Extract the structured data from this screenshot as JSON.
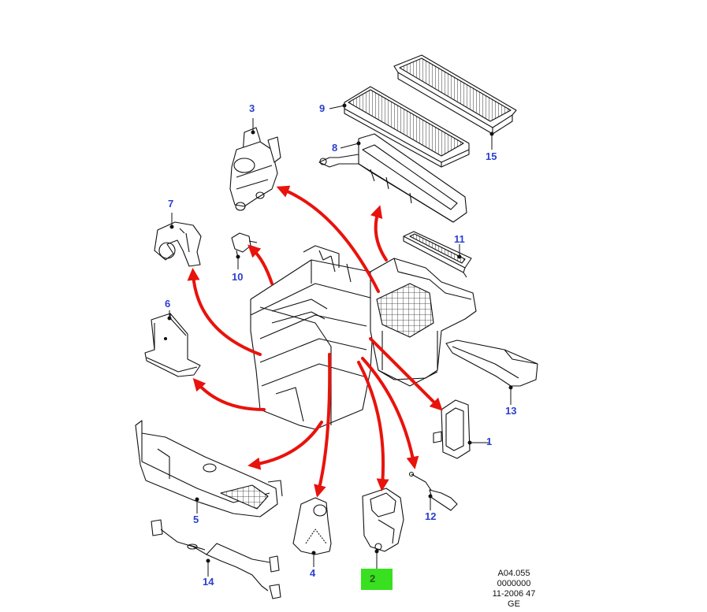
{
  "callouts": {
    "c1": "1",
    "c2": "2",
    "c3": "3",
    "c4": "4",
    "c5": "5",
    "c6": "6",
    "c7": "7",
    "c8": "8",
    "c9": "9",
    "c10": "10",
    "c11": "11",
    "c12": "12",
    "c13": "13",
    "c14": "14",
    "c15": "15"
  },
  "reference": {
    "line1": "A04.055",
    "line2": "0000000",
    "line3": "11-2006 47",
    "line4": "GE"
  },
  "colors": {
    "callout": "#2b3fcf",
    "arrow": "#e8130c",
    "highlight": "#39e020",
    "line_art": "#111111"
  }
}
